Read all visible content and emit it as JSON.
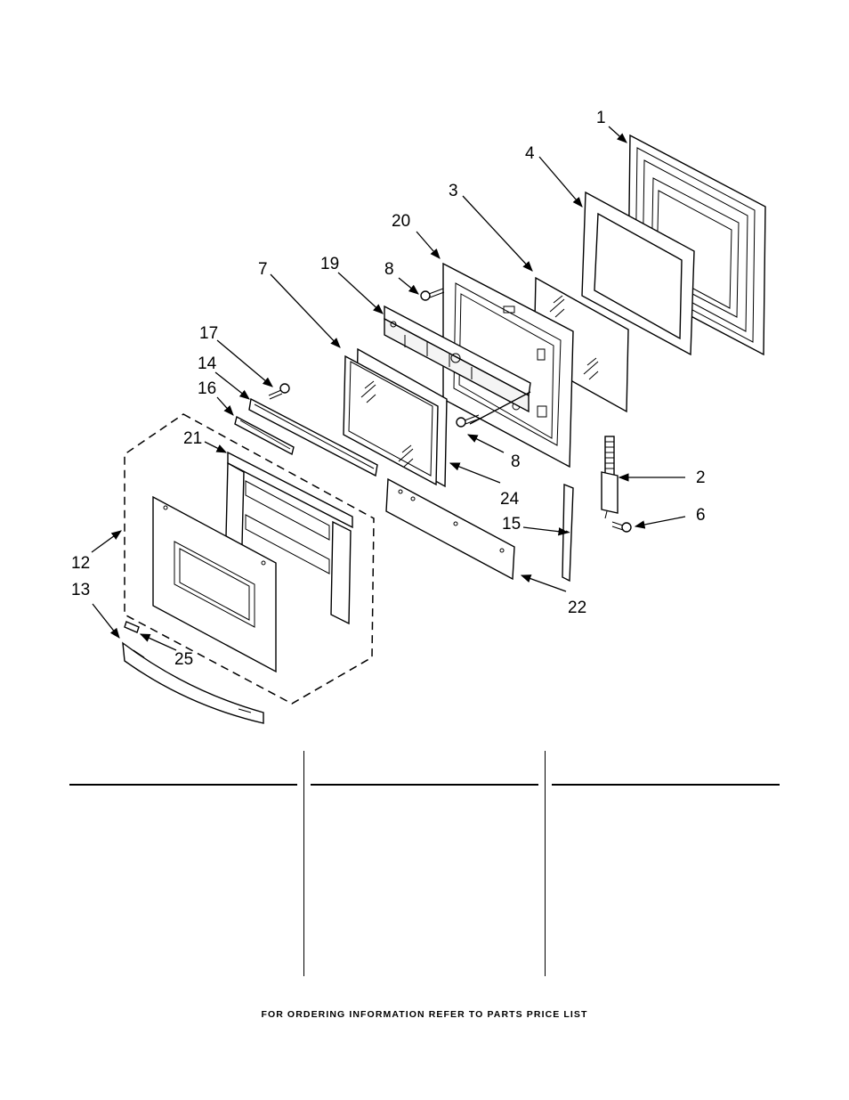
{
  "callouts": {
    "c1": "1",
    "c2": "2",
    "c3": "3",
    "c4": "4",
    "c6": "6",
    "c7": "7",
    "c8a": "8",
    "c8b": "8",
    "c12": "12",
    "c13": "13",
    "c14": "14",
    "c15": "15",
    "c16": "16",
    "c17": "17",
    "c19": "19",
    "c20": "20",
    "c21": "21",
    "c22": "22",
    "c24": "24",
    "c25": "25"
  },
  "footer": "FOR ORDERING INFORMATION REFER TO PARTS PRICE LIST"
}
